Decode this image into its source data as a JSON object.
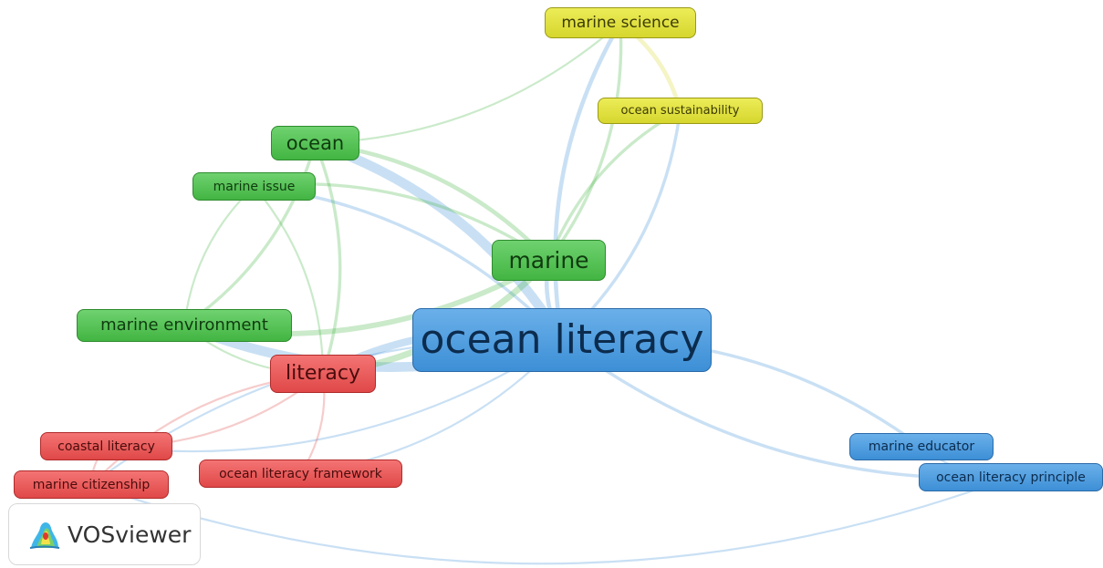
{
  "app": {
    "brand_name": "VOSviewer"
  },
  "colors": {
    "cluster_red": "#e04848",
    "cluster_green": "#42b542",
    "cluster_blue": "#3d8fd6",
    "cluster_yellow": "#d6d62e"
  },
  "nodes": {
    "ocean_literacy": {
      "label": "ocean literacy",
      "cluster": "blue"
    },
    "marine": {
      "label": "marine",
      "cluster": "green"
    },
    "ocean": {
      "label": "ocean",
      "cluster": "green"
    },
    "marine_issue": {
      "label": "marine issue",
      "cluster": "green"
    },
    "marine_environment": {
      "label": "marine environment",
      "cluster": "green"
    },
    "literacy": {
      "label": "literacy",
      "cluster": "red"
    },
    "coastal_literacy": {
      "label": "coastal literacy",
      "cluster": "red"
    },
    "marine_citizenship": {
      "label": "marine citizenship",
      "cluster": "red"
    },
    "ocean_literacy_framework": {
      "label": "ocean literacy framework",
      "cluster": "red"
    },
    "marine_science": {
      "label": "marine science",
      "cluster": "yellow"
    },
    "ocean_sustainability": {
      "label": "ocean sustainability",
      "cluster": "yellow"
    },
    "marine_educator": {
      "label": "marine educator",
      "cluster": "blue"
    },
    "ocean_literacy_principle": {
      "label": "ocean literacy principle",
      "cluster": "blue"
    }
  },
  "links": [
    {
      "source": "ocean_literacy",
      "target": "marine",
      "strength": 3
    },
    {
      "source": "ocean_literacy",
      "target": "ocean",
      "strength": 8
    },
    {
      "source": "ocean_literacy",
      "target": "marine_environment",
      "strength": 8
    },
    {
      "source": "ocean_literacy",
      "target": "literacy",
      "strength": 6
    },
    {
      "source": "ocean_literacy",
      "target": "marine_science",
      "strength": 3
    },
    {
      "source": "ocean_literacy",
      "target": "ocean_sustainability",
      "strength": 2
    },
    {
      "source": "ocean_literacy",
      "target": "marine_educator",
      "strength": 2
    },
    {
      "source": "ocean_literacy",
      "target": "ocean_literacy_principle",
      "strength": 2
    },
    {
      "source": "ocean_literacy",
      "target": "coastal_literacy",
      "strength": 1
    },
    {
      "source": "ocean_literacy",
      "target": "marine_citizenship",
      "strength": 1
    },
    {
      "source": "ocean_literacy",
      "target": "ocean_literacy_framework",
      "strength": 1
    },
    {
      "source": "ocean_literacy",
      "target": "marine_issue",
      "strength": 2
    },
    {
      "source": "marine",
      "target": "marine_environment",
      "strength": 4
    },
    {
      "source": "marine",
      "target": "ocean",
      "strength": 3
    },
    {
      "source": "marine",
      "target": "literacy",
      "strength": 5
    },
    {
      "source": "marine",
      "target": "marine_science",
      "strength": 2
    },
    {
      "source": "marine",
      "target": "ocean_sustainability",
      "strength": 2
    },
    {
      "source": "marine",
      "target": "marine_issue",
      "strength": 2
    },
    {
      "source": "ocean",
      "target": "marine_environment",
      "strength": 2
    },
    {
      "source": "ocean",
      "target": "marine_science",
      "strength": 1
    },
    {
      "source": "ocean",
      "target": "literacy",
      "strength": 2
    },
    {
      "source": "marine_issue",
      "target": "marine_environment",
      "strength": 1
    },
    {
      "source": "marine_issue",
      "target": "literacy",
      "strength": 1
    },
    {
      "source": "marine_environment",
      "target": "literacy",
      "strength": 1
    },
    {
      "source": "literacy",
      "target": "coastal_literacy",
      "strength": 1
    },
    {
      "source": "literacy",
      "target": "marine_citizenship",
      "strength": 1
    },
    {
      "source": "literacy",
      "target": "ocean_literacy_framework",
      "strength": 1
    },
    {
      "source": "coastal_literacy",
      "target": "marine_citizenship",
      "strength": 1
    },
    {
      "source": "marine_science",
      "target": "ocean_sustainability",
      "strength": 3
    },
    {
      "source": "marine_educator",
      "target": "ocean_literacy_principle",
      "strength": 1
    },
    {
      "source": "ocean_literacy_principle",
      "target": "marine_citizenship",
      "strength": 1
    }
  ]
}
